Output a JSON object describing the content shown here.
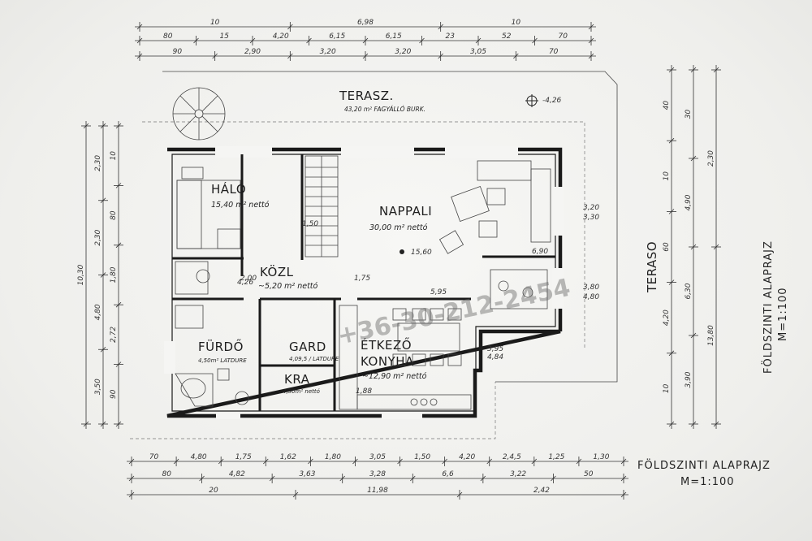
{
  "rooms": {
    "halo": {
      "name": "HÁLÓ",
      "area": "15,40 m² nettó"
    },
    "nappali": {
      "name": "NAPPALI",
      "area": "30,00 m² nettó"
    },
    "kozl": {
      "name": "KÖZL",
      "area": "~5,20 m² nettó"
    },
    "furdo": {
      "name": "FÜRDŐ",
      "area": "4,50m² LATDURE"
    },
    "gard": {
      "name": "GARD",
      "area": "4,09,5 / LATDURE"
    },
    "kra": {
      "name": "KRA",
      "area": "4,30m² nettó"
    },
    "etkezo": {
      "name": "ÉTKEZŐ",
      "name2": "KONYHA",
      "area": "~12,90 m² nettó"
    },
    "terasz": {
      "name": "TERASZ.",
      "area": "43,20 m² FAGYÁLLÓ BURK."
    },
    "terasz_side": {
      "name": "TERASO"
    }
  },
  "titles": {
    "side": "FÖLDSZINTI ALAPRAJZ",
    "side_scale": "M=1:100",
    "bottom": "FÖLDSZINTI ALAPRAJZ",
    "bottom_scale": "M=1:100"
  },
  "watermark": "+36-30-212-2454",
  "levels": {
    "terrace": "-4,26",
    "center": "15,60",
    "kitchen_a": "3,95",
    "kitchen_b": "4,84"
  },
  "dims_top": {
    "row1": [
      "10",
      "6,98",
      "10"
    ],
    "row2": [
      "80",
      "15",
      "4,20",
      "6,15",
      "6,15",
      "23",
      "52",
      "70"
    ],
    "row3": [
      "90",
      "2,90",
      "3,20",
      "3,20",
      "3,05",
      "70"
    ]
  },
  "dims_bottom": {
    "row1": [
      "70",
      "4,80",
      "1,75",
      "1,62",
      "1,80",
      "3,05",
      "1,50",
      "4,20",
      "2,4,5",
      "1,25",
      "1,30"
    ],
    "row2": [
      "80",
      "4,82",
      "3,63",
      "3,28",
      "6,6",
      "3,22",
      "50"
    ],
    "row3": [
      "20",
      "11,98",
      "2,42"
    ]
  },
  "dims_left": {
    "outer": [
      "10,30"
    ],
    "mid": [
      "2,30",
      "2,30",
      "4,80",
      "3,50"
    ],
    "inner": [
      "10",
      "80",
      "1,80",
      "2,72",
      "90"
    ]
  },
  "dims_right": {
    "outer": [
      "2,30",
      "13,80"
    ],
    "mid": [
      "30",
      "4,90",
      "6,30",
      "3,90"
    ],
    "inner": [
      "40",
      "10",
      "60",
      "4,20",
      "10"
    ]
  },
  "inner_dims": [
    "3,20",
    "3,30",
    "3,80",
    "4,80",
    "1,75",
    "4,26",
    "2,00",
    "1,50",
    "5,95",
    "6,90",
    "1,88"
  ]
}
